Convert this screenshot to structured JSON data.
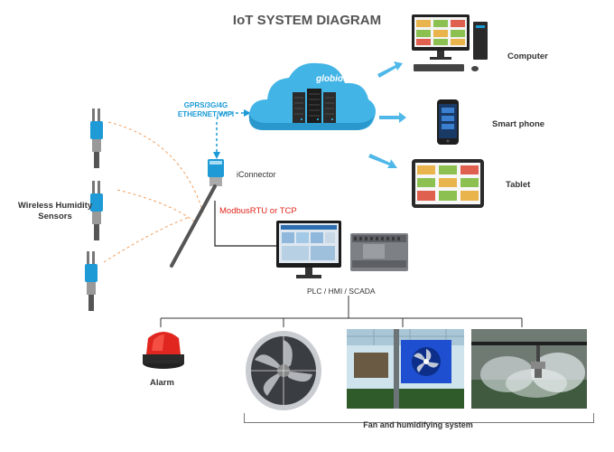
{
  "title": "IoT SYSTEM DIAGRAM",
  "cloud": {
    "brand": "globiots",
    "protocol_line1": "GPRS/3G/4G",
    "protocol_line2": "ETHERNET/WIFI"
  },
  "devices": {
    "computer": "Computer",
    "phone": "Smart phone",
    "tablet": "Tablet"
  },
  "sensors": {
    "label_line1": "Wireless Humidity",
    "label_line2": "Sensors"
  },
  "iconnector": "iConnector",
  "modbus": "ModbusRTU or TCP",
  "plc": "PLC / HMI / SCADA",
  "alarm": "Alarm",
  "fan_system": "Fan and humidifying system",
  "colors": {
    "accent_blue": "#1a9ad6",
    "cloud": "#42b4e6",
    "alarm_red": "#e0261e"
  }
}
